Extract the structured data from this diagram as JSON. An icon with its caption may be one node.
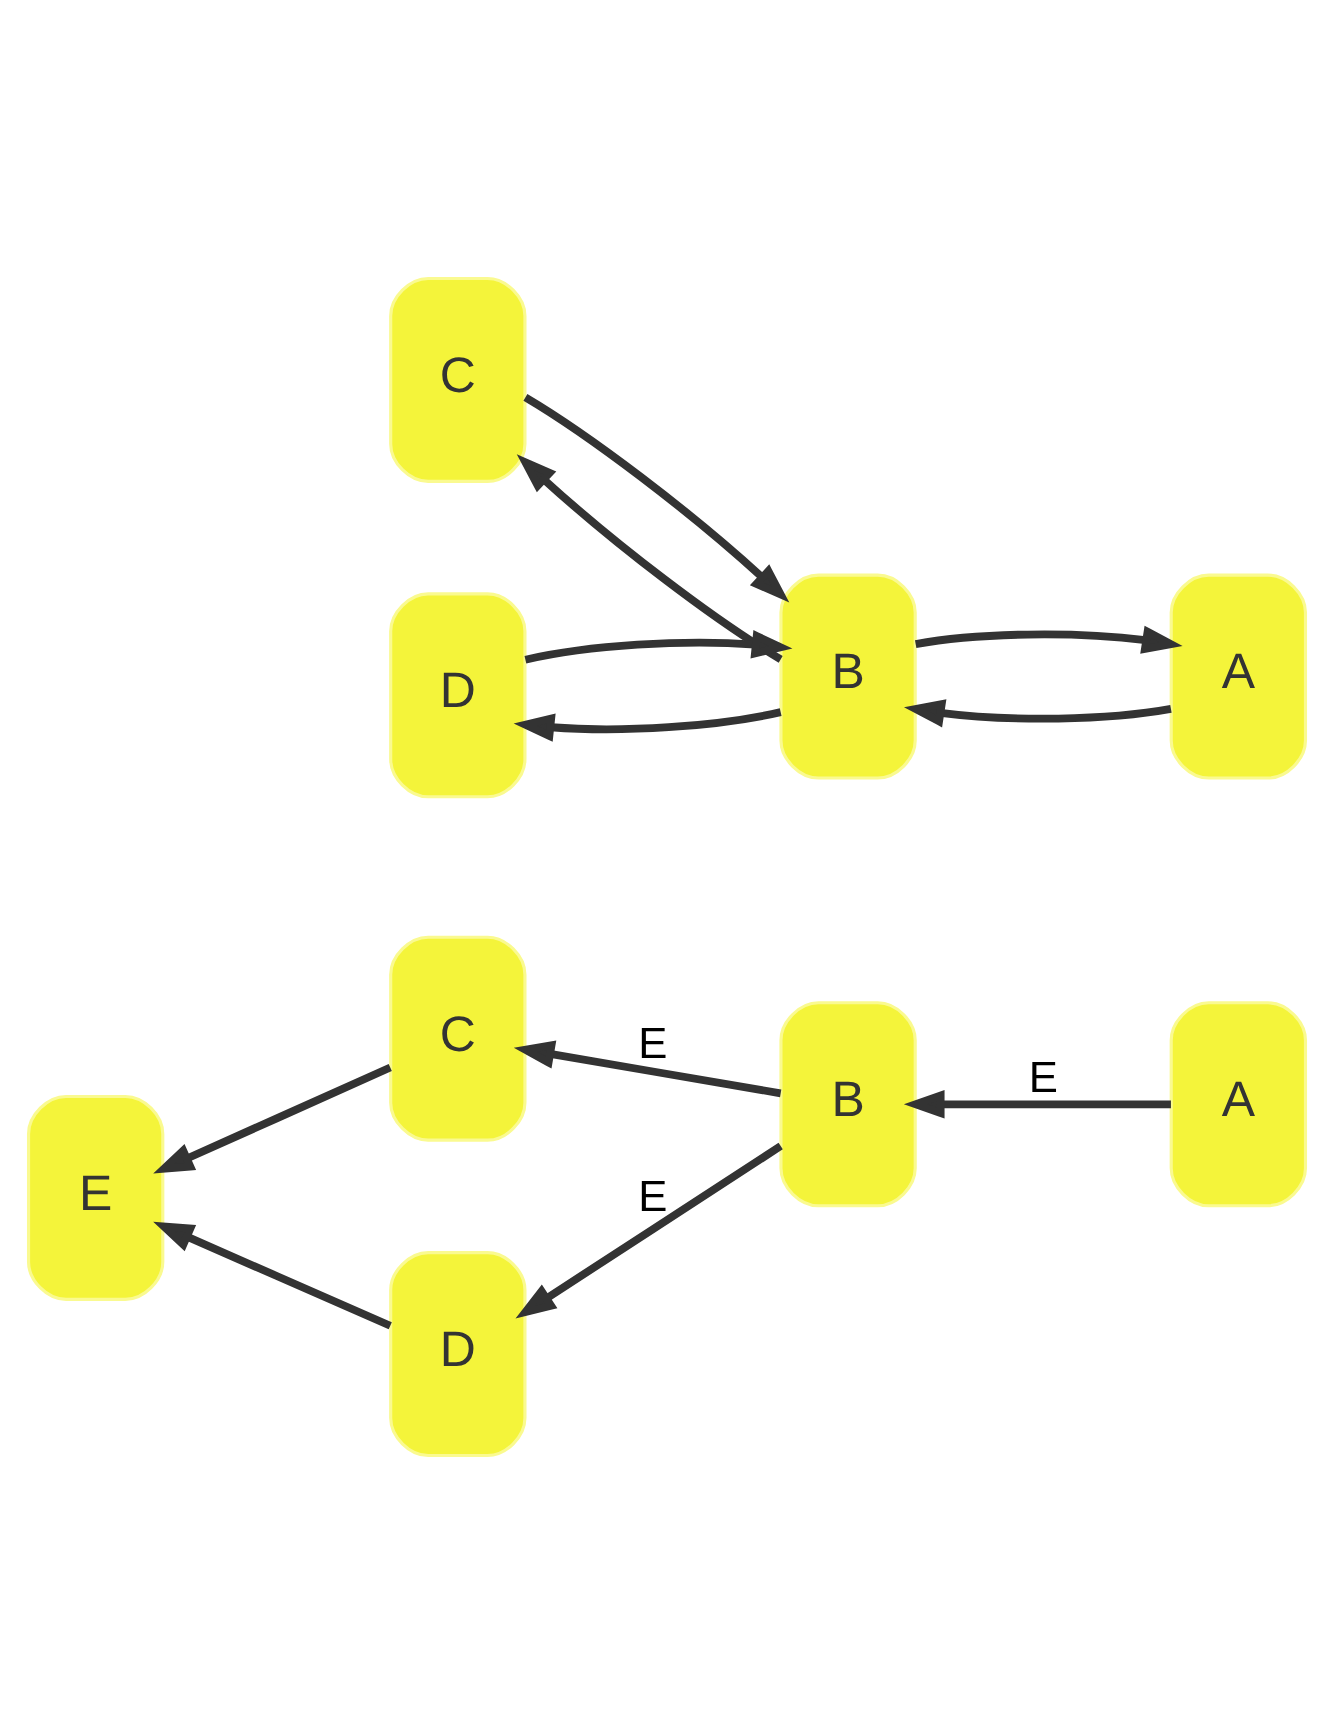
{
  "diagram": {
    "nodes": [
      {
        "text": [
          "C"
        ]
      },
      {
        "text": [
          "B"
        ]
      },
      {
        "text": [
          "A"
        ]
      },
      {
        "text": [
          "D"
        ]
      },
      {
        "text": [
          "C"
        ]
      },
      {
        "text": [
          "E"
        ]
      },
      {
        "text": [
          "B"
        ]
      },
      {
        "text": [
          "A"
        ]
      },
      {
        "text": [
          "D"
        ]
      }
    ],
    "edges": [
      {
        "from": 1,
        "to": 0,
        "arrow": "to"
      },
      {
        "from": 0,
        "to": 1,
        "arrow": "to"
      },
      {
        "from": 2,
        "to": 1,
        "arrow": "to"
      },
      {
        "from": 1,
        "to": 2,
        "arrow": "to"
      },
      {
        "from": 1,
        "to": 3,
        "arrow": "to"
      },
      {
        "from": 3,
        "to": 1,
        "arrow": "to"
      },
      {
        "from": 4,
        "to": 5,
        "arrow": "to"
      },
      {
        "from": 6,
        "to": 4,
        "arrow": "to",
        "label": "E"
      },
      {
        "from": 7,
        "to": 6,
        "arrow": "to",
        "label": "E"
      },
      {
        "from": 6,
        "to": 8,
        "arrow": "to",
        "label": "E"
      },
      {
        "from": 8,
        "to": 5,
        "arrow": "to"
      }
    ]
  }
}
